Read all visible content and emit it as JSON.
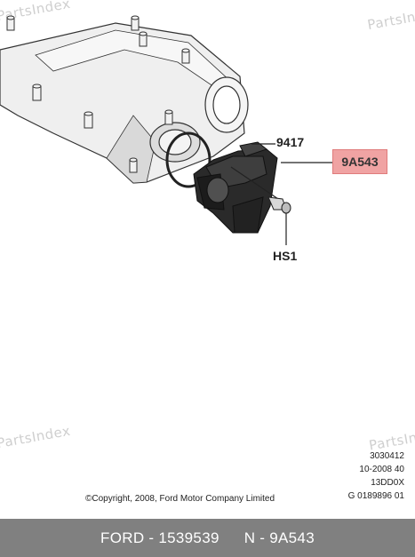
{
  "watermarks": [
    "PartsIndex",
    "PartsIndex",
    "PartsIndex",
    "PartsIn"
  ],
  "labels": {
    "part_9417": "9417",
    "part_9a543": "9A543",
    "part_hs1": "HS1"
  },
  "meta_lines": [
    "3030412",
    "10-2008 40",
    "13DD0X",
    "G 0189896 01"
  ],
  "copyright": "©Copyright, 2008, Ford Motor Company Limited",
  "footer": {
    "brand_part": "FORD - 1539539",
    "reference": "N - 9A543"
  },
  "colors": {
    "highlight": "#f0a3a3",
    "footer_bg": "#808080"
  }
}
